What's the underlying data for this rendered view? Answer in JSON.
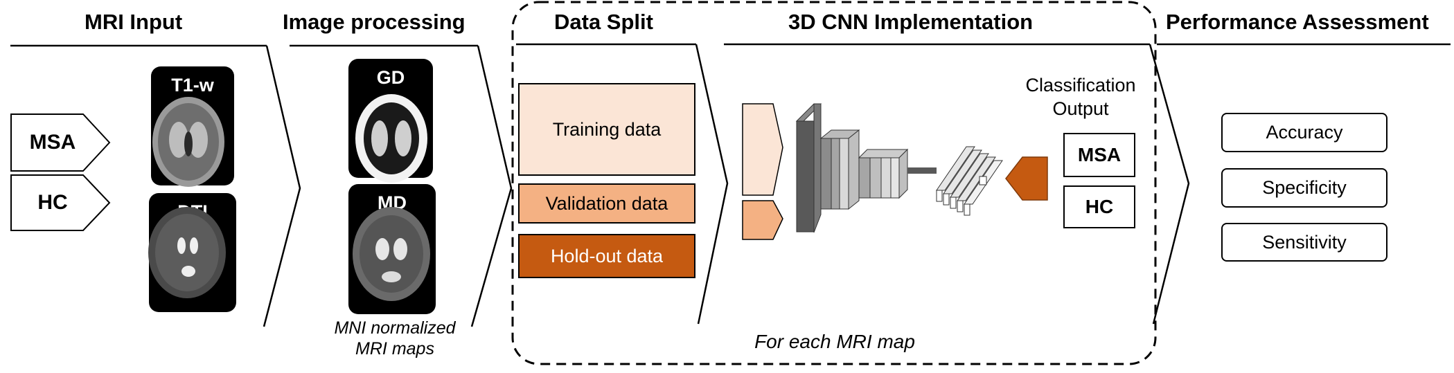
{
  "headers": {
    "mri_input": "MRI Input",
    "image_processing": "Image processing",
    "data_split": "Data Split",
    "cnn": "3D CNN Implementation",
    "performance": "Performance Assessment"
  },
  "input_classes": [
    "MSA",
    "HC"
  ],
  "scans": {
    "t1": "T1-w",
    "dti": "DTI",
    "gd": "GD",
    "md": "MD"
  },
  "mni_caption_line1": "MNI normalized",
  "mni_caption_line2": "MRI maps",
  "split": {
    "training": "Training data",
    "validation": "Validation data",
    "holdout": "Hold-out data"
  },
  "classification_output_line1": "Classification",
  "classification_output_line2": "Output",
  "output_classes": [
    "MSA",
    "HC"
  ],
  "for_each_caption": "For each MRI map",
  "metrics": [
    "Accuracy",
    "Specificity",
    "Sensitivity"
  ],
  "colors": {
    "training": "#fbe5d6",
    "validation": "#f4b183",
    "holdout": "#c55a11",
    "output_arrow": "#c55a11",
    "cnn_dark": "#595959",
    "cnn_mid": "#a6a6a6",
    "cnn_light": "#d9d9d9"
  }
}
